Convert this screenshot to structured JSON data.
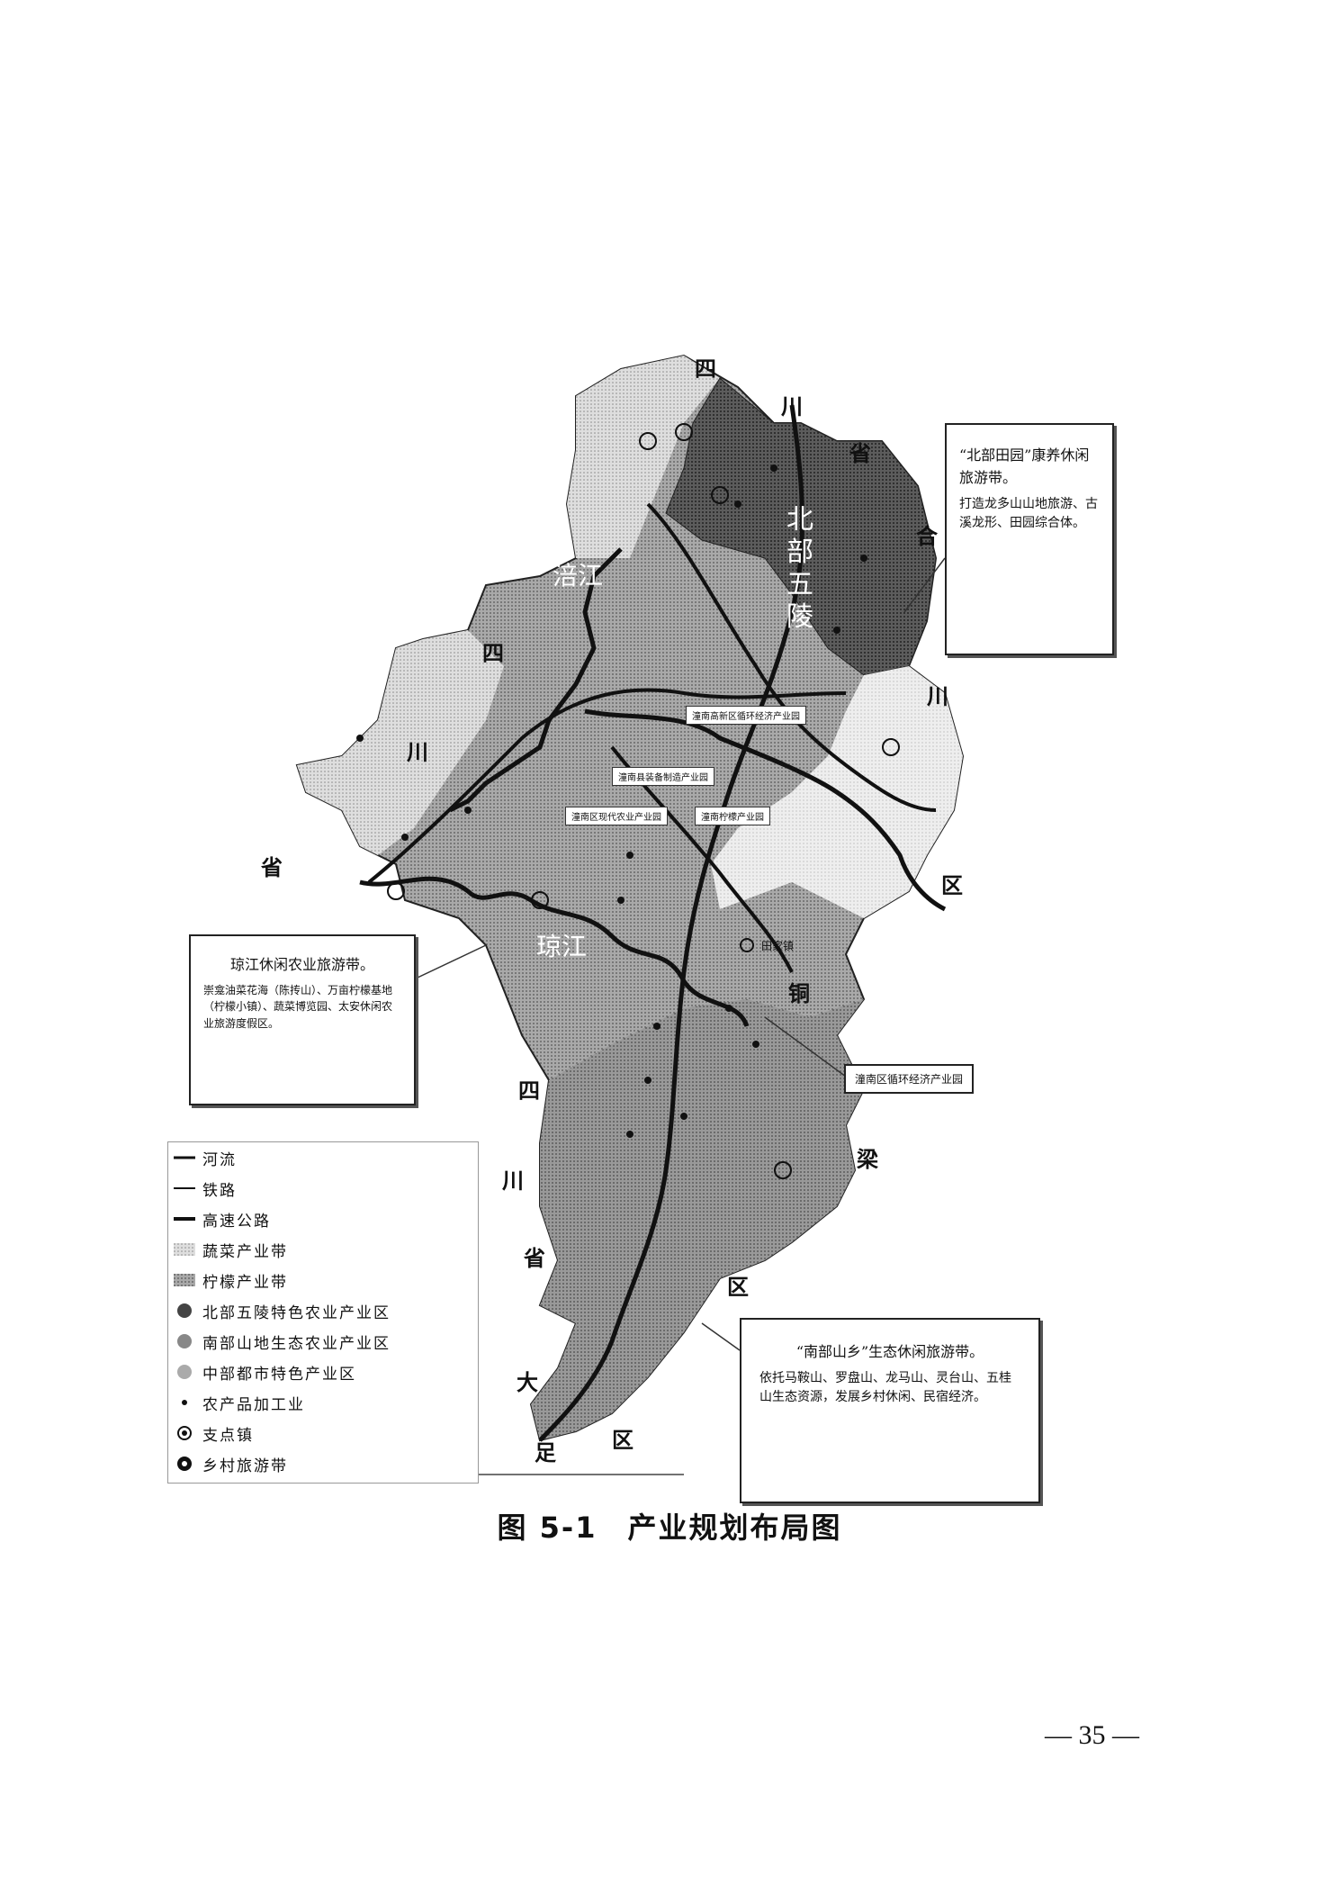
{
  "boundary_labels": {
    "top_si": "四",
    "top_chuan": "川",
    "top_sheng": "省",
    "he": "合",
    "right_chuan": "川",
    "right_qu": "区",
    "tong": "铜",
    "liang": "梁",
    "liang_qu": "区",
    "left_si": "四",
    "left_chuan": "川",
    "left_sheng": "省",
    "low_si": "四",
    "low_chuan": "川",
    "low_sheng": "省",
    "da": "大",
    "zu": "足",
    "zu_qu": "区"
  },
  "region_labels": {
    "north_hills": "北部五陵",
    "fujiang": "涪江",
    "qiongjiang": "琼江"
  },
  "park_labels": {
    "p1": "潼南高新区循环经济产业园",
    "p2": "潼南县装备制造产业园",
    "p3": "潼南区现代农业产业园",
    "p4": "潼南柠檬产业园",
    "p5": "潼南区循环经济产业园",
    "town": "田家镇"
  },
  "callouts": {
    "north": {
      "title": "“北部田园”康养休闲旅游带。",
      "body": "打造龙多山山地旅游、古溪龙形、田园综合体。"
    },
    "west": {
      "title": "琼江休闲农业旅游带。",
      "body": "崇龛油菜花海（陈抟山）、万亩柠檬基地（柠檬小镇）、蔬菜博览园、太安休闲农业旅游度假区。"
    },
    "south": {
      "title": "“南部山乡”生态休闲旅游带。",
      "body": "依托马鞍山、罗盘山、龙马山、灵台山、五桂山生态资源，发展乡村休闲、民宿经济。"
    }
  },
  "legend": {
    "items": [
      {
        "label": "河流",
        "symbol": "river"
      },
      {
        "label": "铁路",
        "symbol": "rail"
      },
      {
        "label": "高速公路",
        "symbol": "highway"
      },
      {
        "label": "蔬菜产业带",
        "symbol": "veg-band"
      },
      {
        "label": "柠檬产业带",
        "symbol": "lemon-band"
      },
      {
        "label": "北部五陵特色农业产业区",
        "symbol": "north-zone"
      },
      {
        "label": "南部山地生态农业产业区",
        "symbol": "south-zone"
      },
      {
        "label": "中部都市特色产业区",
        "symbol": "central-zone"
      },
      {
        "label": "农产品加工业",
        "symbol": "processing"
      },
      {
        "label": "支点镇",
        "symbol": "pivot-town"
      },
      {
        "label": "乡村旅游带",
        "symbol": "rural-tourism"
      }
    ]
  },
  "caption": "图 5-1　产业规划布局图",
  "page_number": "— 35 —"
}
